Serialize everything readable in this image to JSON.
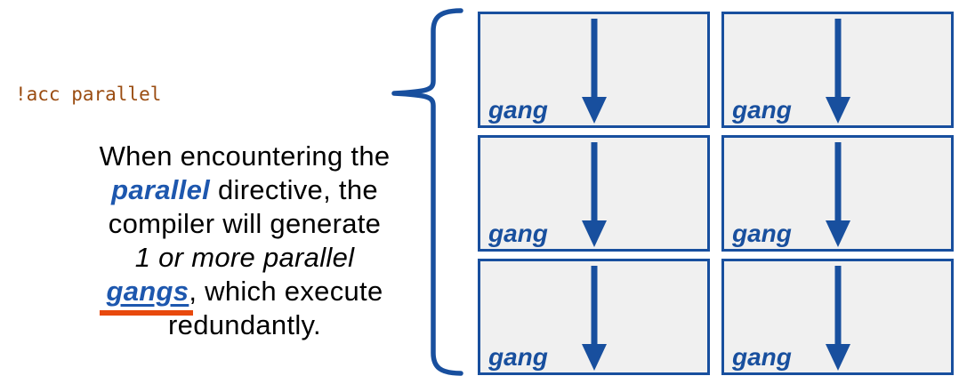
{
  "colors": {
    "diagram_blue": "#184f9e",
    "emphasis_blue": "#1d57ae",
    "code_brown": "#9a4c11",
    "orange_accent": "#e8490d",
    "box_fill": "#f0f0f0",
    "text_black": "#000000",
    "background": "#ffffff"
  },
  "code_label": "!acc parallel",
  "paragraph": {
    "lines": [
      {
        "segments": [
          {
            "t": "When encountering the",
            "s": "normal"
          }
        ]
      },
      {
        "segments": [
          {
            "t": "parallel",
            "s": "blue-bold-italic"
          },
          {
            "t": " directive, the",
            "s": "normal"
          }
        ]
      },
      {
        "segments": [
          {
            "t": "compiler will generate",
            "s": "normal"
          }
        ]
      },
      {
        "segments": [
          {
            "t": "1 or more parallel",
            "s": "italic"
          }
        ]
      },
      {
        "segments": [
          {
            "t": "gangs",
            "s": "blue-bold-italic-underlined"
          },
          {
            "t": ", which execute",
            "s": "normal"
          }
        ]
      },
      {
        "segments": [
          {
            "t": "redundantly.",
            "s": "normal"
          }
        ]
      }
    ]
  },
  "diagram": {
    "brace": "left-curly-brace",
    "boxes": [
      {
        "label": "gang"
      },
      {
        "label": "gang"
      },
      {
        "label": "gang"
      },
      {
        "label": "gang"
      },
      {
        "label": "gang"
      },
      {
        "label": "gang"
      }
    ]
  }
}
